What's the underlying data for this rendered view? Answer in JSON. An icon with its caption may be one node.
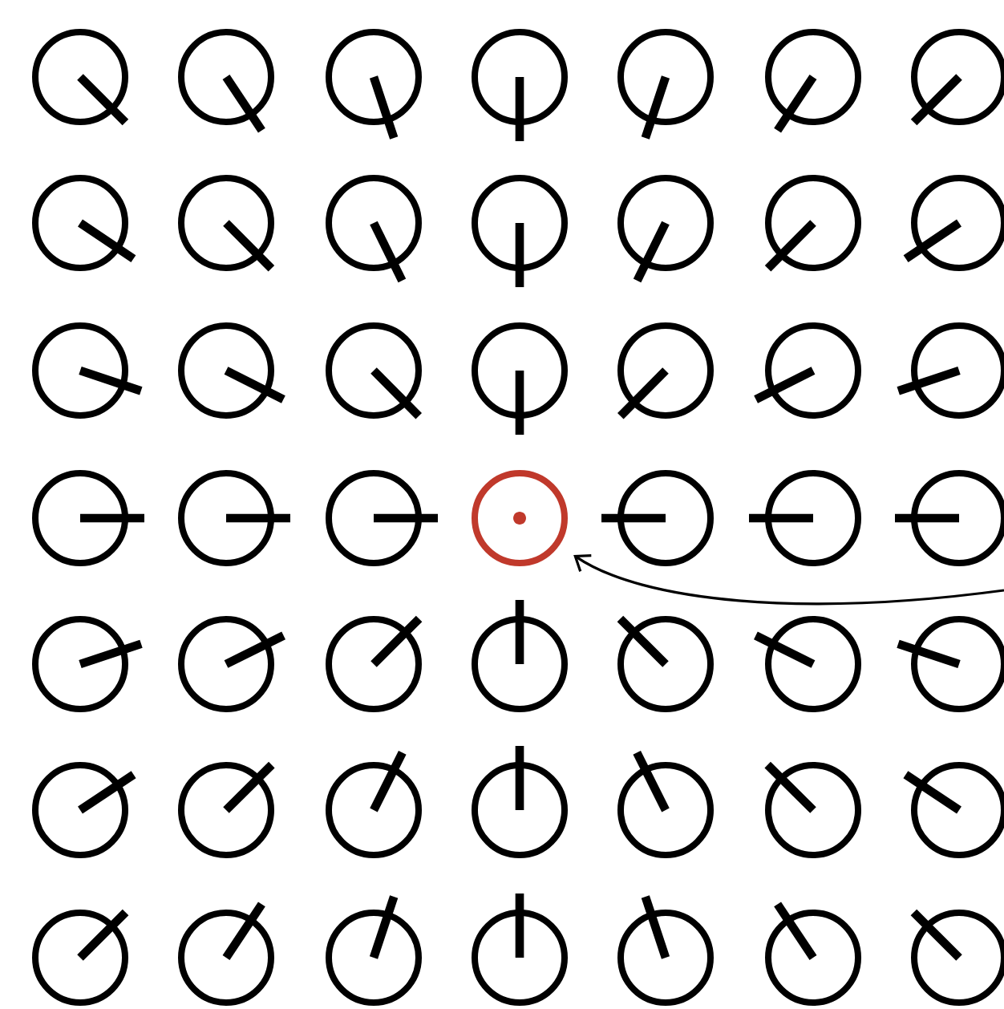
{
  "diagram": {
    "nodes": [
      {
        "text": [],
        "shape": "circle"
      },
      {
        "text": [],
        "shape": "circle"
      },
      {
        "text": [],
        "shape": "circle"
      },
      {
        "text": [],
        "shape": "circle"
      },
      {
        "text": [],
        "shape": "circle"
      },
      {
        "text": [],
        "shape": "circle"
      },
      {
        "text": [],
        "shape": "circle"
      },
      {
        "text": [],
        "shape": "circle"
      },
      {
        "text": [],
        "shape": "circle"
      },
      {
        "text": [],
        "shape": "circle"
      },
      {
        "text": [],
        "shape": "circle"
      },
      {
        "text": [],
        "shape": "circle"
      },
      {
        "text": [],
        "shape": "circle"
      },
      {
        "text": [],
        "shape": "circle"
      },
      {
        "text": [],
        "shape": "circle"
      },
      {
        "text": [],
        "shape": "circle"
      },
      {
        "text": [],
        "shape": "circle"
      },
      {
        "text": [],
        "shape": "circle"
      },
      {
        "text": [],
        "shape": "circle"
      },
      {
        "text": [],
        "shape": "circle"
      },
      {
        "text": [],
        "shape": "circle"
      },
      {
        "text": [],
        "shape": "circle"
      },
      {
        "text": [],
        "shape": "circle"
      },
      {
        "text": [],
        "shape": "circle"
      },
      {
        "text": [],
        "shape": "circle"
      },
      {
        "text": [],
        "shape": "circle"
      },
      {
        "text": [],
        "shape": "circle"
      },
      {
        "text": [],
        "shape": "circle"
      },
      {
        "text": [],
        "shape": "circle"
      },
      {
        "text": [],
        "shape": "circle"
      },
      {
        "text": [],
        "shape": "circle"
      },
      {
        "text": [],
        "shape": "circle"
      },
      {
        "text": [],
        "shape": "circle"
      },
      {
        "text": [],
        "shape": "circle"
      },
      {
        "text": [],
        "shape": "circle"
      },
      {
        "text": [],
        "shape": "circle"
      },
      {
        "text": [],
        "shape": "circle"
      },
      {
        "text": [],
        "shape": "circle"
      },
      {
        "text": [],
        "shape": "circle"
      },
      {
        "text": [],
        "shape": "circle"
      },
      {
        "text": [],
        "shape": "circle"
      },
      {
        "text": [],
        "shape": "circle"
      },
      {
        "text": [],
        "shape": "circle"
      },
      {
        "text": [],
        "shape": "circle"
      },
      {
        "text": [],
        "shape": "circle"
      },
      {
        "text": [],
        "shape": "circle"
      },
      {
        "text": [],
        "shape": "circle"
      },
      {
        "text": [],
        "shape": "circle"
      },
      {
        "text": [],
        "shape": "circle"
      }
    ],
    "edges": [
      {
        "from": null,
        "to": 24,
        "arrow": "to"
      }
    ]
  }
}
